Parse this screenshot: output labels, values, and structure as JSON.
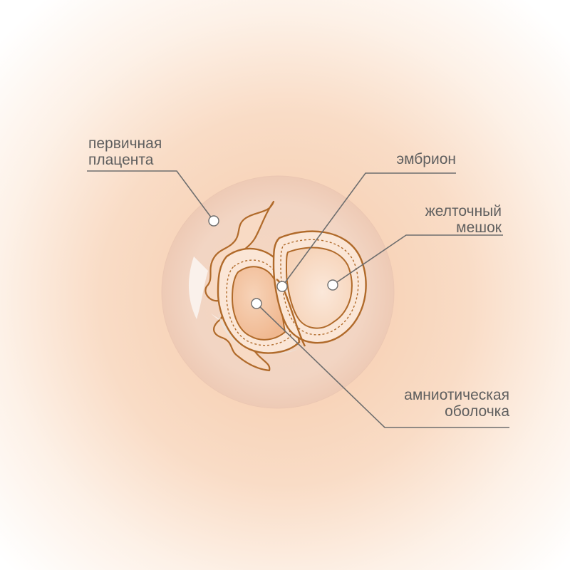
{
  "labels": {
    "primary_placenta": [
      "первичная",
      "плацента"
    ],
    "embryo": "эмбрион",
    "yolk_sac": [
      "желточный",
      "мешок"
    ],
    "amnion": [
      "амниотическая",
      "оболочка"
    ]
  },
  "colors": {
    "outline": "#b06a2a",
    "fill_light": "#fbe3d0",
    "fill_mid": "#f4c7a4",
    "sphere": "#f3d7c4",
    "leader_line": "#6e6e6e"
  }
}
